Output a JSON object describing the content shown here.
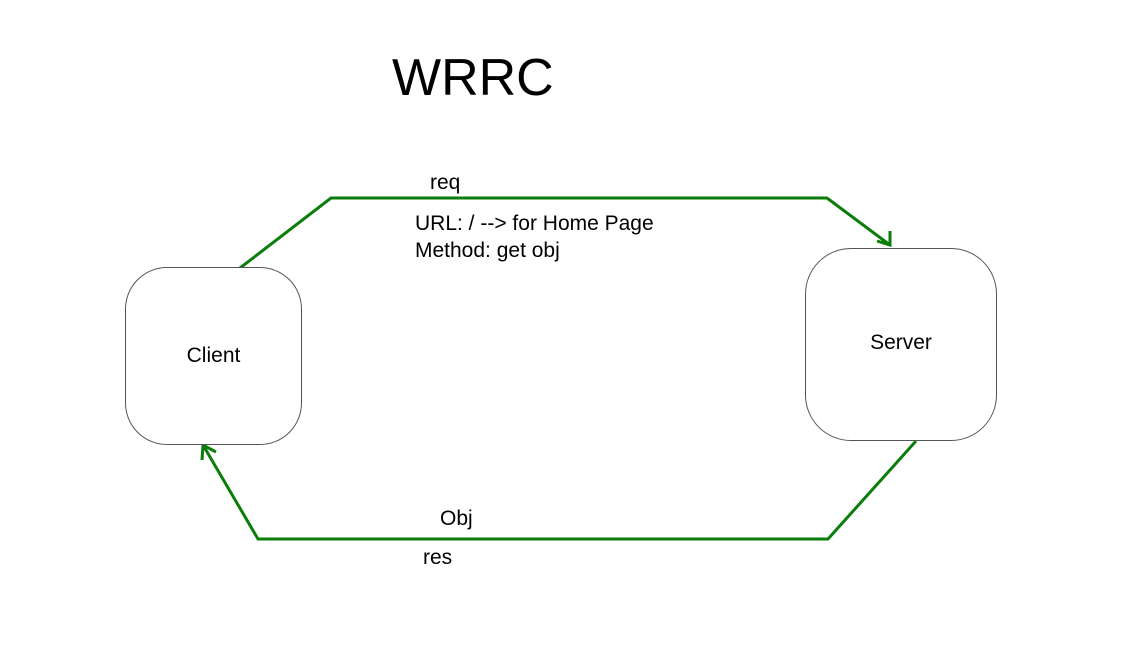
{
  "title": "WRRC",
  "nodes": {
    "client": "Client",
    "server": "Server"
  },
  "edges": {
    "request": {
      "label": "req",
      "url_line": "URL: / --> for Home Page",
      "method_line": "Method: get obj"
    },
    "response": {
      "payload_label": "Obj",
      "label": "res"
    }
  },
  "colors": {
    "arrow": "#0a7d0a",
    "node_border": "#555555"
  }
}
